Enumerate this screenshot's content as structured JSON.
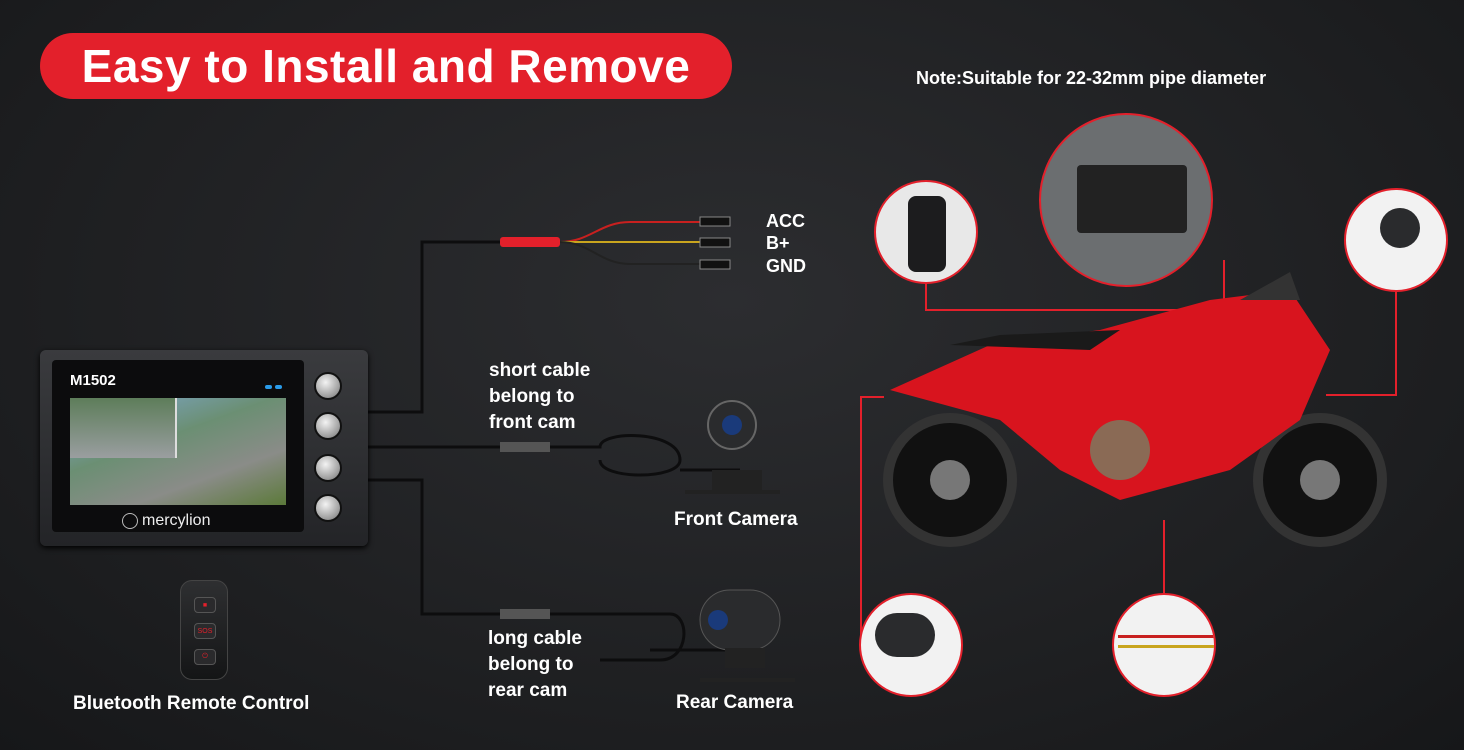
{
  "title": "Easy to Install and Remove",
  "note": "Note:Suitable for 22-32mm pipe diameter",
  "device": {
    "model": "M1502",
    "brand": "mercylion"
  },
  "terminals": [
    "ACC",
    "B+",
    "GND"
  ],
  "front_cable_label": [
    "short cable",
    "belong to",
    "front cam"
  ],
  "rear_cable_label": [
    "long cable",
    "belong to",
    "rear cam"
  ],
  "front_camera_label": "Front Camera",
  "rear_camera_label": "Rear Camera",
  "remote": {
    "label": "Bluetooth Remote Control",
    "sos": "SOS"
  },
  "colors": {
    "accent": "#e3202b",
    "background": "#1e1f21",
    "motorcycle": "#d8141e"
  }
}
